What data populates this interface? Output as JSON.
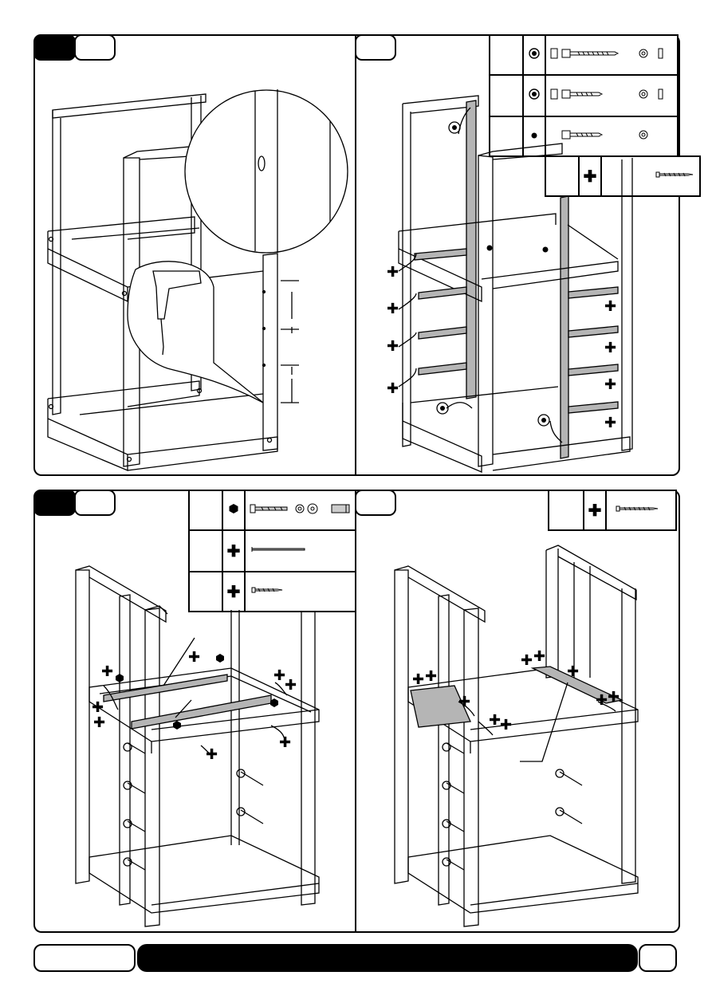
{
  "document": {
    "type": "assembly-instructions",
    "footer": {
      "left_label": "",
      "center_label": "",
      "page_number": ""
    },
    "steps": [
      {
        "id": "step-a",
        "number_label": "",
        "sub_label": ""
      },
      {
        "id": "step-b",
        "number_label": "",
        "sub_label": ""
      },
      {
        "id": "step-c",
        "number_label": "",
        "sub_label": ""
      },
      {
        "id": "step-d",
        "number_label": "",
        "sub_label": ""
      }
    ],
    "parts_tables": {
      "step_b": [
        {
          "quantity": "",
          "symbol": "dot-circle-icon",
          "part": "long-bolt-with-washer-and-cap"
        },
        {
          "quantity": "",
          "symbol": "dot-circle-icon",
          "part": "medium-bolt-with-washer-and-cap"
        },
        {
          "quantity": "",
          "symbol": "dot-icon",
          "part": "bolt-with-washer"
        },
        {
          "quantity": "",
          "symbol": "plus-icon",
          "part": "wood-screw"
        }
      ],
      "step_c": [
        {
          "quantity": "",
          "symbol": "hex-icon",
          "part": "bolt-nut-washer-cap"
        },
        {
          "quantity": "",
          "symbol": "plus-icon",
          "part": "long-nail"
        },
        {
          "quantity": "",
          "symbol": "plus-icon",
          "part": "screw"
        }
      ],
      "step_d": [
        {
          "quantity": "",
          "symbol": "plus-icon",
          "part": "wood-screw"
        }
      ]
    },
    "colors": {
      "ink": "#000000",
      "panel_bg": "#ffffff",
      "highlight_rail": "#b5b5b5"
    }
  }
}
